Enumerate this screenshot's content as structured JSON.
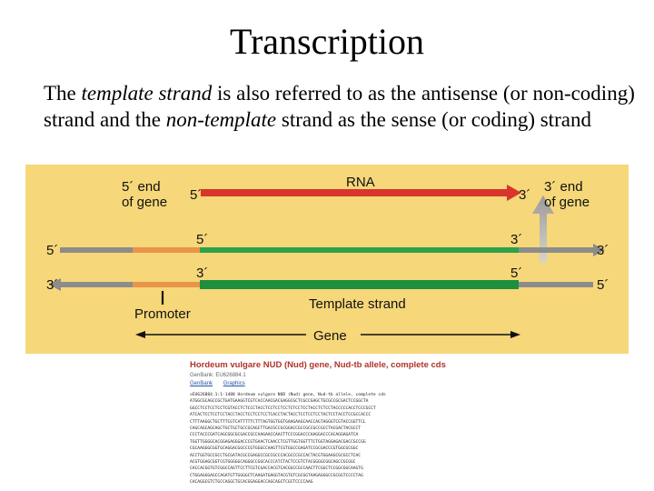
{
  "slide": {
    "title": "Transcription",
    "paragraph": {
      "t1": "The ",
      "t2": "template strand",
      "t3": " is also referred to as the antisense (or non-coding)  strand and the ",
      "t4": "non-template",
      "t5": " strand as the sense (or coding) strand"
    }
  },
  "diagram": {
    "end5_gene_line1": "5´ end",
    "end5_gene_line2": "of gene",
    "end3_gene_line1": "3´ end",
    "end3_gene_line2": "of gene",
    "rna_label": "RNA",
    "rna_5": "5´",
    "rna_3": "3´",
    "top_left_5": "5´",
    "top_mid_5": "5´",
    "top_mid_3": "3´",
    "top_right_3": "3´",
    "bot_left_3": "3´",
    "bot_mid_3": "3´",
    "bot_mid_5": "5´",
    "bot_right_5": "5´",
    "template_strand_label": "Template strand",
    "promoter_label": "Promoter",
    "gene_label": "Gene",
    "colors": {
      "background": "#f6d779",
      "gray_strand": "#8c8c8c",
      "promoter": "#e8944a",
      "coding": "#2ea14a",
      "template": "#1e8f3c",
      "rna": "#d9352c",
      "polymerase_arrow": "#a8a8a8"
    }
  },
  "gene_record": {
    "title": "Hordeum vulgare NUD (Nud) gene, Nud-tb allele, complete cds",
    "accession": "GenBank: EU626884.1",
    "links": [
      "GenBank",
      "Graphics"
    ],
    "sequence_lines": [
      ">EU626884.1:1-1488 Hordeum vulgare NUD (Nud) gene, Nud-tb allele, complete cds",
      "ATGGCGCAGCCGCTGATGAAGGTCGTCACCAACGACGAGGCGCTCGCCGAGCTGCGCCGCGACTCCGGCTA",
      "GGCCTCCTCCTCCTCGTACCTCTCCCTACCTCCTCCTCCTCTCCTCCTACCTCTCCTACCCCCACCTCCCGCCT",
      "ATCACTCCTCCTCCTACCTACCTCCTCCTCCTCACCTACTACCTCCTCCTCCTACTCCTACCTCCGCCACCC",
      "CTTTAAGGCTGCTTTCGTCATTTTTCTTTAGTGGTGGTGAAGAAGCAACCAGTAGGGTCGTACCGGTTCL",
      "CAGCAGCAGCAGCTGCTGCTGCCGCAGCTTGACGCCGCGGACCGCCGCCGCCGCCTACGACTACGCCT",
      "CCCTACCCGATCAGCGGCGCGACCGCCAAGAACCAACTTCCCGGACCCAAGGACCCACAGGAGATCA",
      "TGGTTGGGGCACGGAGAGGGACCCGTGAACTCAACCTCGTTGGTGGTTTCTGGTAGGAGACGACCGCCGG",
      "CGCAAGGGCGGTGCAGGACGGCCCGTGGGCCAAGTTCGTGGCCGAGATCCGCGACCCGTGGCGCGGC",
      "ACCTGGTGCCGCCTGCGATACGCCGAGGCCGCCGCCCACGCCCGCCACTACGTGGAAGCGCGCCTCAC",
      "ACGTGGAGCGGTCGTGGGGGCAGGGCCGGCACCCATCTACTCCGTCTACGGGGCGGCAGCCGCGGC",
      "CACCACGGTGTCGGCCAGTTCCTTCGTCGACCACGTCACGGCCGCCAACTTCGGCTCCGGCGGCAAGTG",
      "CTGGAGGGAGCCAGATGTTGGGGCTCAAGATGAGGTACGTGTCGCGGTAAGAGGGCCGCGGTCCCCTAG",
      "CACAGGCGTCTGCCAGGCTGCACGGAGGACCAGCAGCTCGCTCCCCAAG"
    ]
  }
}
